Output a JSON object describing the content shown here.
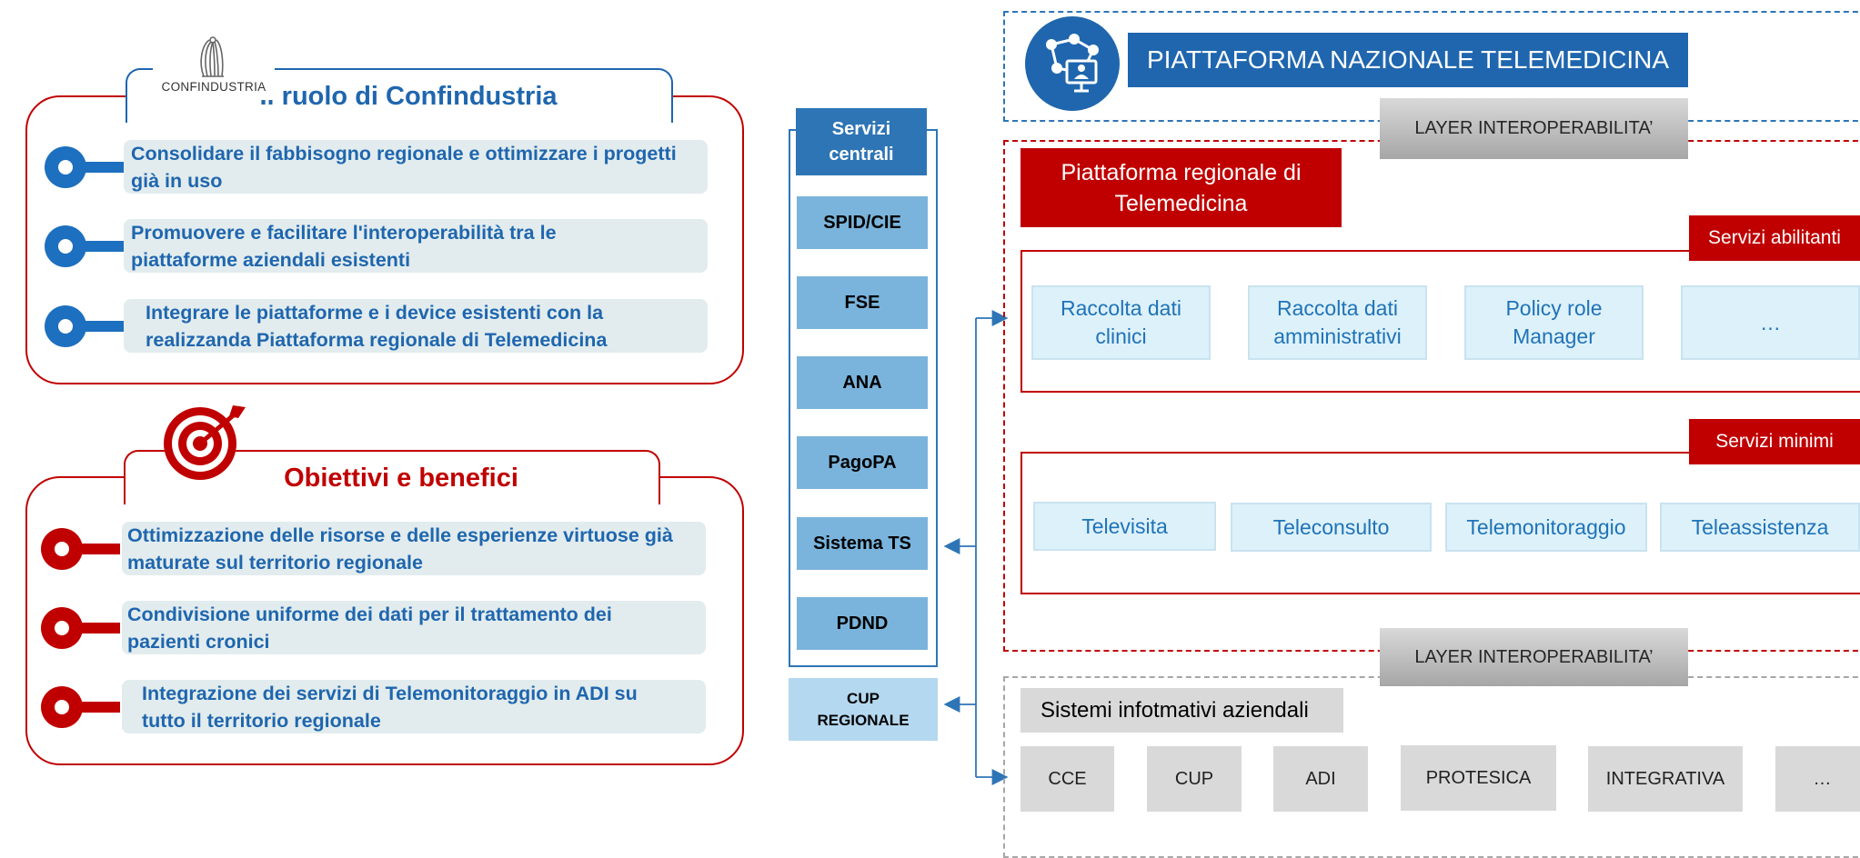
{
  "confindustria": {
    "logo_text": "CONFINDUSTRIA",
    "title": "Il ruolo di Confindustria",
    "items": [
      "Consolidare il fabbisogno regionale e ottimizzare i progetti già in uso",
      "Promuovere e facilitare l'interoperabilità tra le piattaforme aziendali esistenti",
      "Integrare le piattaforme e i device esistenti con la realizzanda Piattaforma regionale di Telemedicina"
    ]
  },
  "obiettivi": {
    "title": "Obiettivi e benefici",
    "items": [
      "Ottimizzazione delle risorse e delle esperienze virtuose già maturate sul territorio regionale",
      "Condivisione uniforme dei dati per il trattamento dei pazienti cronici",
      "Integrazione dei servizi di Telemonitoraggio in ADI su tutto il territorio regionale"
    ]
  },
  "servizi_centrali": {
    "header": "Servizi centrali",
    "items": [
      "SPID/CIE",
      "FSE",
      "ANA",
      "PagoPA",
      "Sistema TS",
      "PDND"
    ],
    "cup_regionale": "CUP REGIONALE"
  },
  "piattaforma_nazionale": {
    "title": "PIATTAFORMA NAZIONALE TELEMEDICINA"
  },
  "layer_label": "LAYER INTEROPERABILITA’",
  "piattaforma_regionale": {
    "title": "Piattaforma regionale di Telemedicina",
    "servizi_abilitanti": {
      "tag": "Servizi abilitanti",
      "items": [
        "Raccolta dati clinici",
        "Raccolta dati amministrativi",
        "Policy role Manager",
        "…"
      ]
    },
    "servizi_minimi": {
      "tag": "Servizi minimi",
      "items": [
        "Televisita",
        "Teleconsulto",
        "Telemonitoraggio",
        "Teleassistenza"
      ]
    }
  },
  "sistemi_aziendali": {
    "title": "Sistemi infotmativi aziendali",
    "items": [
      "CCE",
      "CUP",
      "ADI",
      "PROTESICA",
      "INTEGRATIVA",
      "…"
    ]
  },
  "colors": {
    "brand_blue": "#1f66ae",
    "brand_red": "#c00000",
    "service_blue": "#7ab4dc",
    "item_bg": "#e2ecee"
  }
}
